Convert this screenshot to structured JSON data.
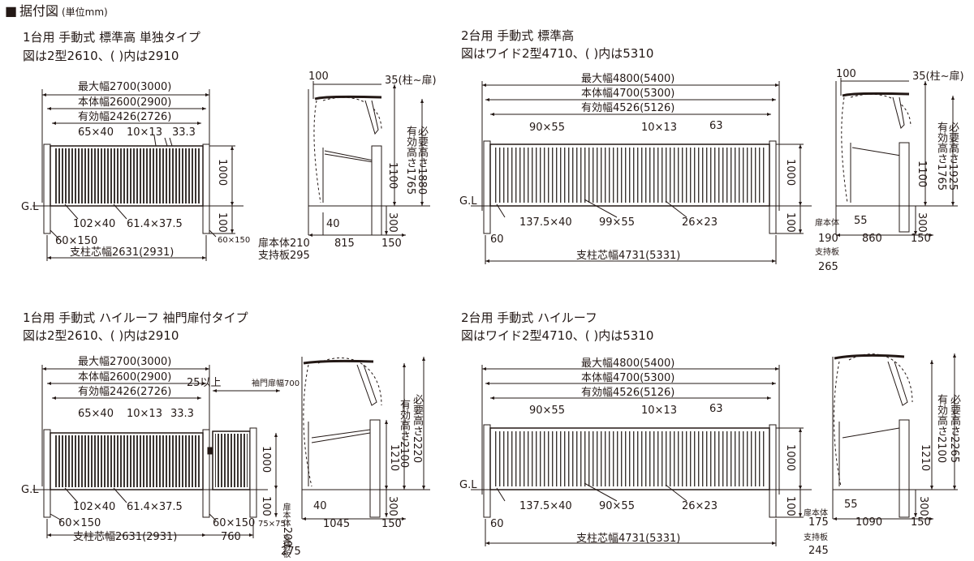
{
  "heading": {
    "square": "■",
    "title": "据付図",
    "unit": "(単位mm)"
  },
  "panels": [
    {
      "title": "1台用 手動式 標準高 単独タイプ",
      "subtitle": "図は2型2610、( )内は2910",
      "front": {
        "max_width": "最大幅2700(3000)",
        "body_width": "本体幅2600(2900)",
        "effective_width": "有効幅2426(2726)",
        "top_frame": "65×40",
        "slat": "10×13",
        "gap": "33.3",
        "bottom_rail": "102×40",
        "bottom_beam": "61.4×37.5",
        "post": "60×150",
        "post_right": "60×150",
        "post_pitch": "支柱芯幅2631(2931)",
        "height": "1000",
        "below_ground": "100",
        "ground": "G.L"
      },
      "side": {
        "top_offset": "100",
        "overlap": "35(柱~扉)",
        "eff_height": "有効高さ1765",
        "req_height": "必要高さ1880",
        "post_height": "1100",
        "footing": "300",
        "bottom_gap": "40",
        "door_body": "扉本体210",
        "support_plate": "支持板295",
        "depth": "815",
        "footing_width": "150"
      }
    },
    {
      "title": "2台用 手動式 標準高",
      "subtitle": "図はワイド2型4710、( )内は5310",
      "front": {
        "max_width": "最大幅4800(5400)",
        "body_width": "本体幅4700(5300)",
        "effective_width": "有効幅4526(5126)",
        "top_frame": "90×55",
        "slat": "10×13",
        "gap": "63",
        "bottom_rail": "137.5×40",
        "mid_rail": "99×55",
        "bottom_beam": "26×23",
        "post": "60",
        "post_pitch": "支柱芯幅4731(5331)",
        "height": "1000",
        "below_ground": "100",
        "ground": "G.L"
      },
      "side": {
        "top_offset": "100",
        "overlap": "35(柱~扉)",
        "eff_height": "有効高さ1765",
        "req_height": "必要高さ1925",
        "post_height": "1100",
        "footing": "300",
        "bottom_gap": "55",
        "door_label": "扉本体",
        "door_value": "190",
        "support_label": "支持板",
        "support_value": "265",
        "depth": "860",
        "footing_width": "150"
      }
    },
    {
      "title": "1台用 手動式 ハイルーフ 袖門扉付タイプ",
      "subtitle": "図は2型2610、( )内は2910",
      "front": {
        "max_width": "最大幅2700(3000)",
        "body_width": "本体幅2600(2900)",
        "effective_width": "有効幅2426(2726)",
        "top_frame": "65×40",
        "slat": "10×13",
        "gap": "33.3",
        "bottom_rail": "102×40",
        "bottom_beam": "61.4×37.5",
        "post": "60×150",
        "post_right": "60×150",
        "post_pitch": "支柱芯幅2631(2931)",
        "height": "1000",
        "below_ground": "100",
        "ground": "G.L",
        "clearance": "25以上",
        "wicket_width": "袖門扉幅700",
        "wicket_post": "75×75",
        "wicket_span": "760"
      },
      "side": {
        "eff_height": "有効高さ2100",
        "req_height": "必要高さ2220",
        "post_height": "1210",
        "footing": "300",
        "bottom_gap": "40",
        "door_label": "扉本体",
        "door_value": "200",
        "support_label": "支持板",
        "support_value": "275",
        "depth": "1045",
        "footing_width": "150"
      }
    },
    {
      "title": "2台用 手動式 ハイルーフ",
      "subtitle": "図はワイド2型4710、( )内は5310",
      "front": {
        "max_width": "最大幅4800(5400)",
        "body_width": "本体幅4700(5300)",
        "effective_width": "有効幅4526(5126)",
        "top_frame": "90×55",
        "slat": "10×13",
        "gap": "63",
        "bottom_rail": "137.5×40",
        "mid_rail": "90×55",
        "bottom_beam": "26×23",
        "post": "60",
        "post_pitch": "支柱芯幅4731(5331)",
        "height": "1000",
        "below_ground": "100",
        "ground": "G.L"
      },
      "side": {
        "eff_height": "有効高さ2100",
        "req_height": "必要高さ2265",
        "post_height": "1210",
        "footing": "300",
        "bottom_gap": "55",
        "door_label": "扉本体",
        "door_value": "175",
        "support_label": "支持板",
        "support_value": "245",
        "depth": "1090",
        "footing_width": "150"
      }
    }
  ],
  "colors": {
    "line": "#231815",
    "fill": "#3a3431",
    "slat_bg": "#ffffff"
  }
}
